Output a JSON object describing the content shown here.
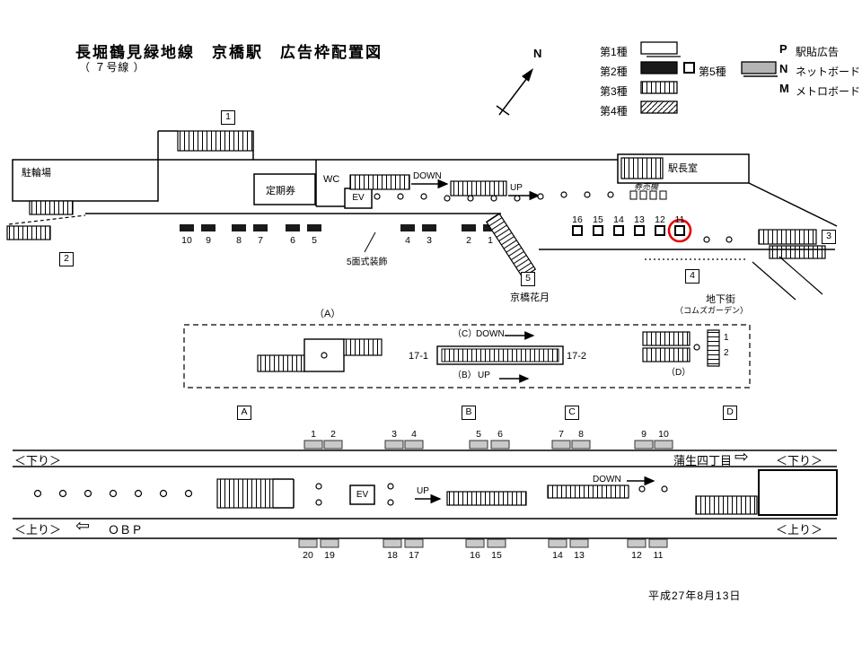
{
  "header": {
    "title": "長堀鶴見緑地線　京橋駅　広告枠配置図",
    "subtitle": "（ ７号線 ）"
  },
  "compass": {
    "north": "N"
  },
  "legend": {
    "type1": "第1種",
    "type2": "第2種",
    "type3": "第3種",
    "type4": "第4種",
    "type5": "第5種",
    "p_key": "P",
    "p_label": "駅貼広告",
    "n_key": "N",
    "n_label": "ネットボード",
    "m_key": "M",
    "m_label": "メトロボード"
  },
  "concourse": {
    "bicycle_parking": "駐輪場",
    "commuter_pass": "定期券",
    "wc": "WC",
    "ev": "EV",
    "down": "DOWN",
    "up": "UP",
    "station_master_office": "駅長室",
    "ticket_machines": "券売機",
    "five_sided_decoration": "5面式装飾",
    "kyobashi_kagetsu": "京橋花月",
    "underground_mall": "地下街",
    "underground_mall_sub": "（コムズガーデン）",
    "exits": [
      "1",
      "2",
      "3",
      "4",
      "5"
    ],
    "type2_ads": [
      "10",
      "9",
      "8",
      "7",
      "6",
      "5",
      "4",
      "3",
      "2",
      "1"
    ],
    "type5_ads": [
      "16",
      "15",
      "14",
      "13",
      "12",
      "11"
    ],
    "highlight_color": "#e60000"
  },
  "mezzanine": {
    "area_a": "（A）",
    "area_b": "（B）",
    "area_c": "（C）",
    "area_d": "（D）",
    "down": "DOWN",
    "up": "UP",
    "ad_17_1": "17-1",
    "ad_17_2": "17-2",
    "side_1": "1",
    "side_2": "2",
    "stairs": [
      "A",
      "B",
      "C",
      "D"
    ]
  },
  "platform": {
    "upper_ads": [
      "1",
      "2",
      "3",
      "4",
      "5",
      "6",
      "7",
      "8",
      "9",
      "10"
    ],
    "lower_ads": [
      "20",
      "19",
      "18",
      "17",
      "16",
      "15",
      "14",
      "13",
      "12",
      "11"
    ],
    "down_label_left": "＜下り＞",
    "down_label_right": "＜下り＞",
    "up_label_left": "＜上り＞",
    "up_label_right": "＜上り＞",
    "next_station_right": "蒲生四丁目",
    "arrow_right": "⇨",
    "arrow_left": "⇦",
    "next_station_left": "ＯＢＰ",
    "ev": "EV",
    "up": "UP",
    "down": "DOWN"
  },
  "footer": {
    "date": "平成27年8月13日"
  }
}
